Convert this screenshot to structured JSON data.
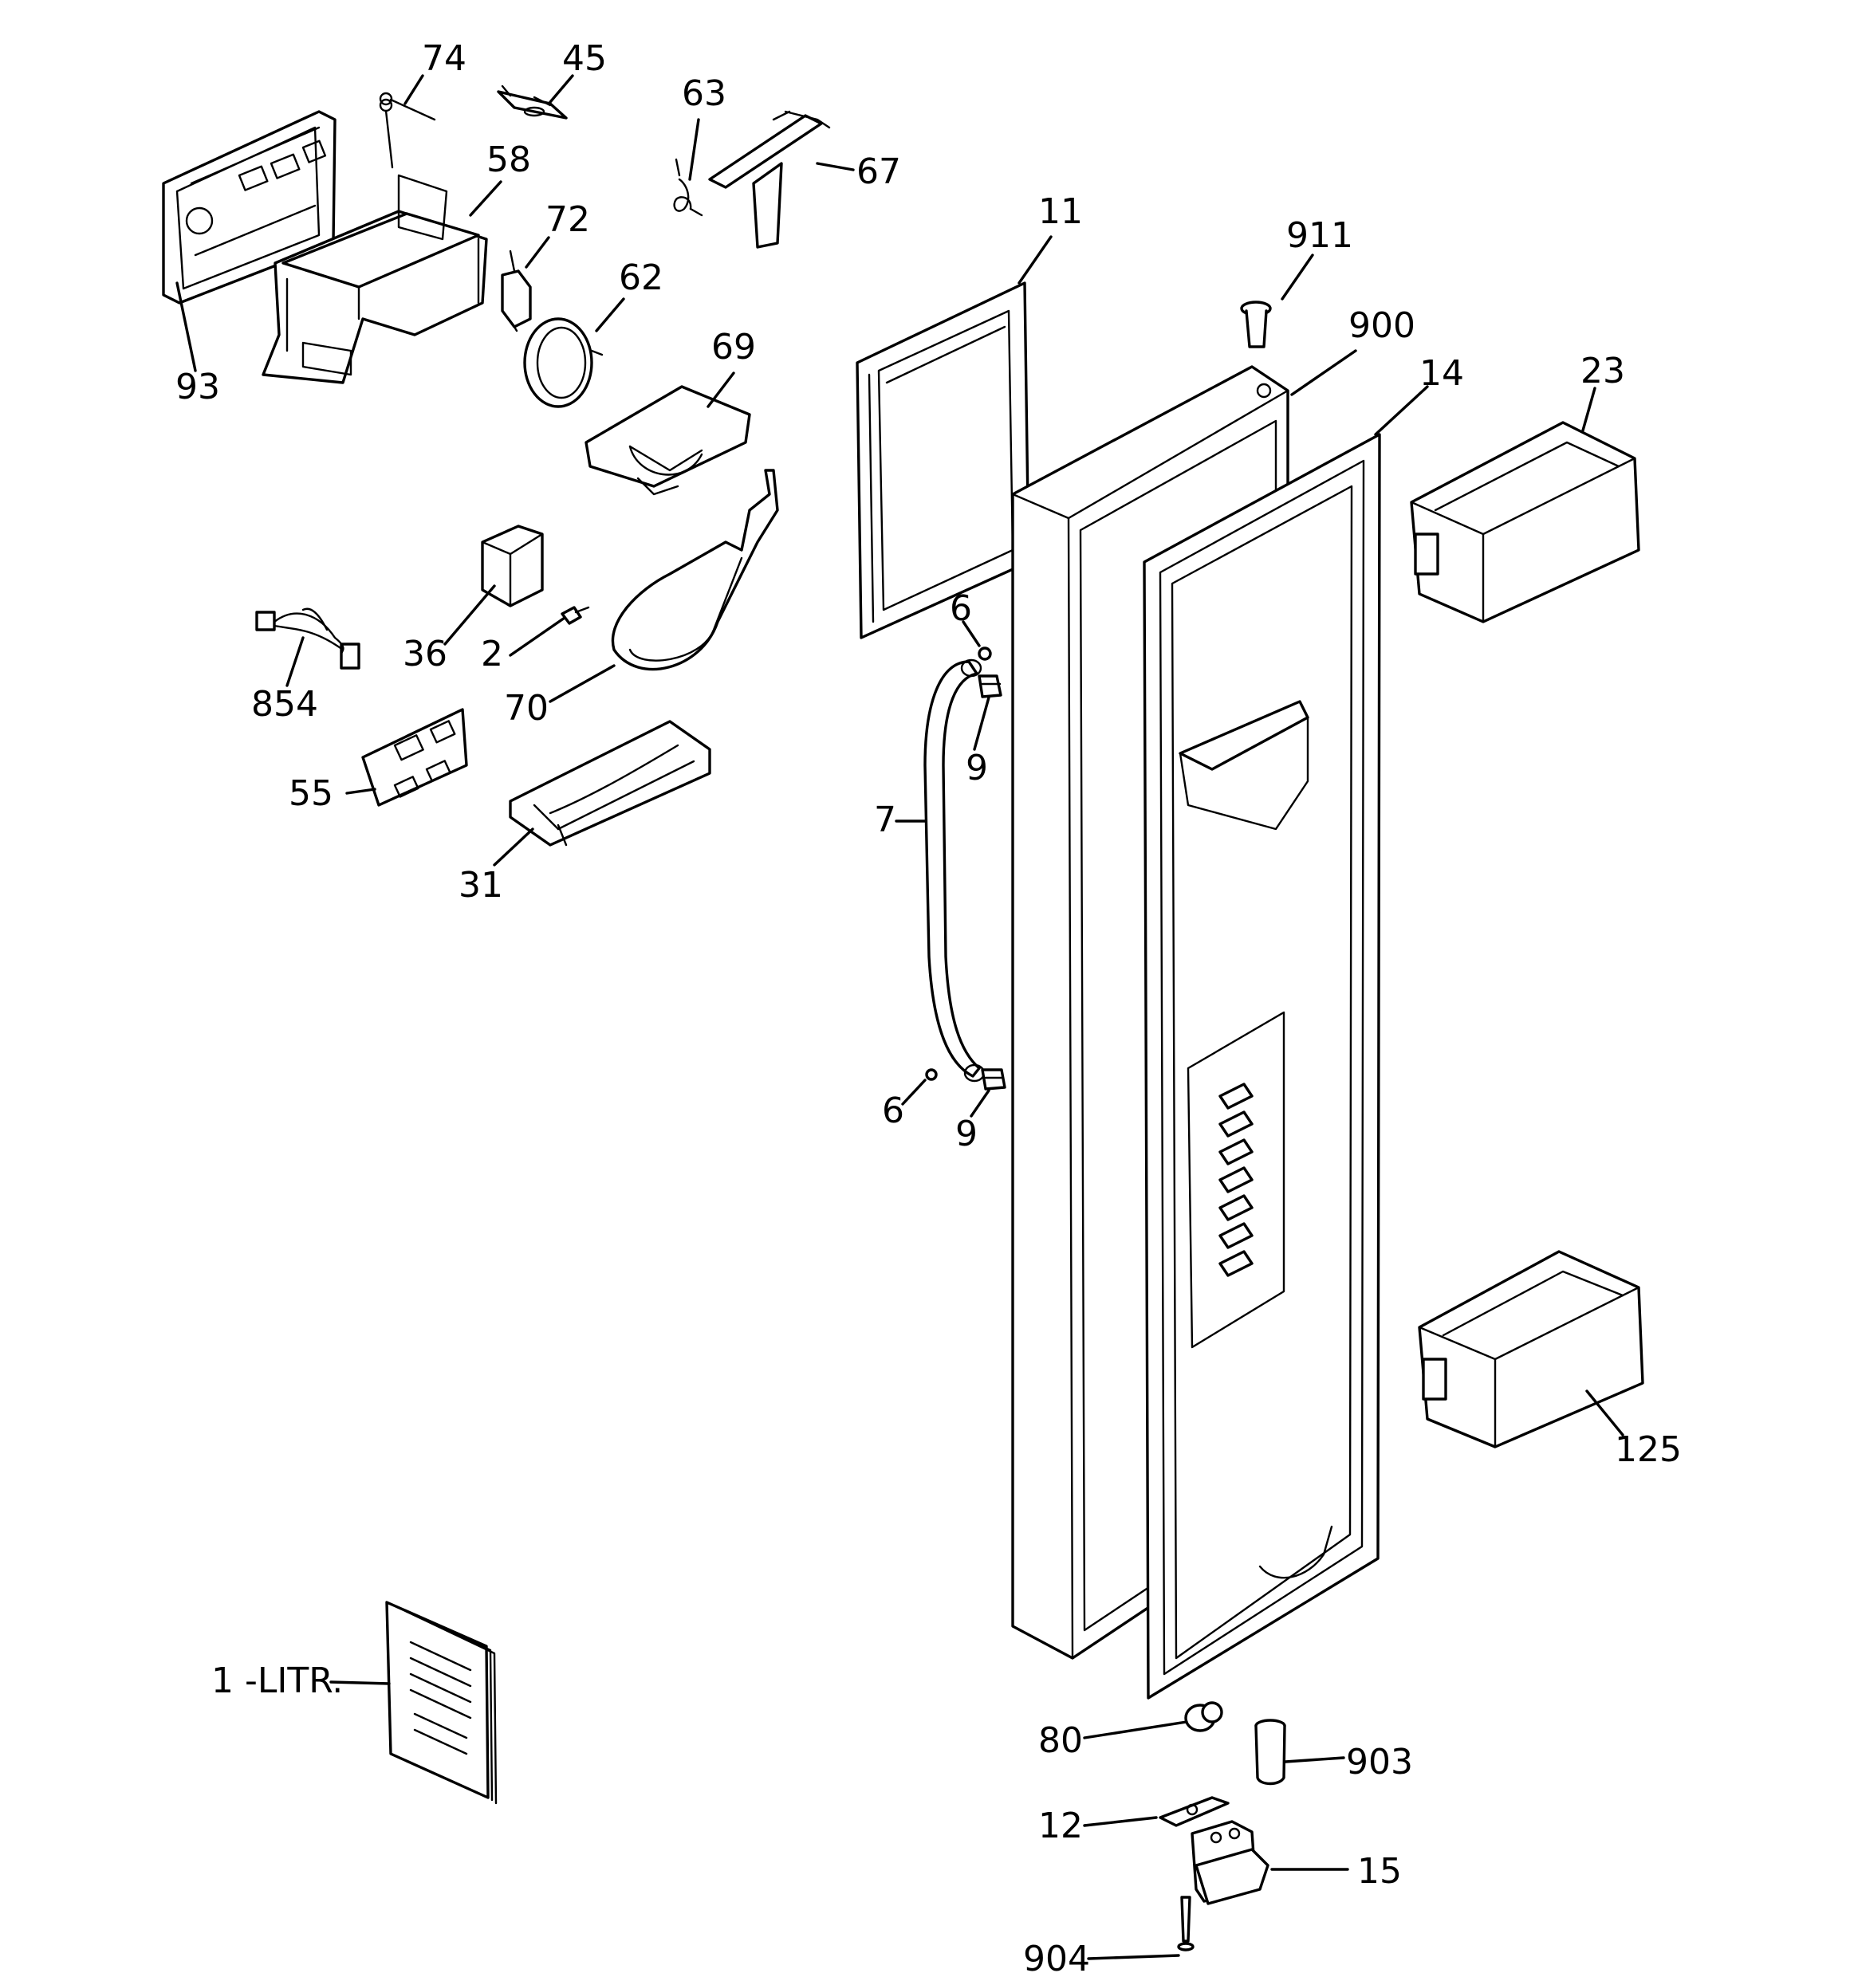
{
  "diagram": {
    "callouts": {
      "c74": "74",
      "c45": "45",
      "c63": "63",
      "c67": "67",
      "c58": "58",
      "c72": "72",
      "c62": "62",
      "c93": "93",
      "c69": "69",
      "c11": "11",
      "c911": "911",
      "c900": "900",
      "c14": "14",
      "c23": "23",
      "c36": "36",
      "c2": "2",
      "c854": "854",
      "c70": "70",
      "c6a": "6",
      "c9a": "9",
      "c55": "55",
      "c7": "7",
      "c31": "31",
      "c6b": "6",
      "c9b": "9",
      "c125": "125",
      "c1": "1 -LITR.",
      "c80": "80",
      "c903": "903",
      "c12": "12",
      "c15": "15",
      "c904": "904"
    }
  }
}
